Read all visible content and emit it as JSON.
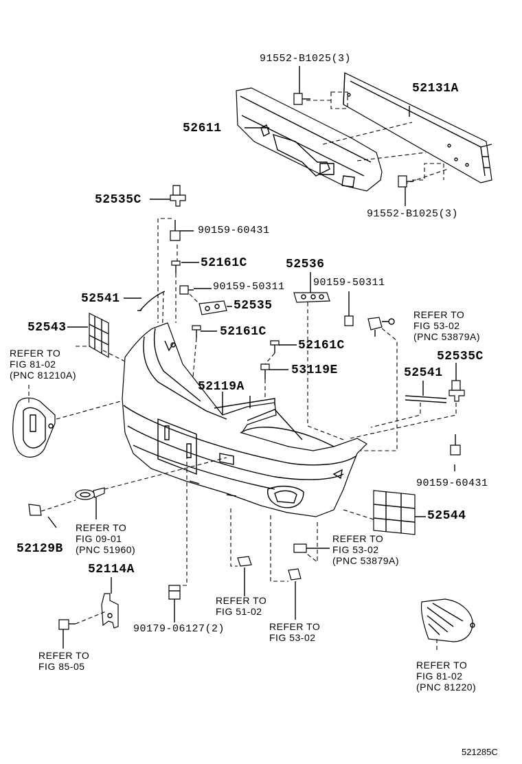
{
  "labels": {
    "p91552_top": "91552-B1025(3)",
    "p52131A": "52131A",
    "p52611": "52611",
    "p91552_bot": "91552-B1025(3)",
    "p52535C_l": "52535C",
    "p90159_60431_l": "90159-60431",
    "p52161C_1": "52161C",
    "p52536": "52536",
    "p90159_50311_l": "90159-50311",
    "p90159_50311_r": "90159-50311",
    "p52541_l": "52541",
    "p52535": "52535",
    "p52543": "52543",
    "p52161C_2": "52161C",
    "p52161C_3": "52161C",
    "p53119E": "53119E",
    "p52535C_r": "52535C",
    "p52541_r": "52541",
    "p52119A": "52119A",
    "p90159_60431_r": "90159-60431",
    "p52544": "52544",
    "p52129B": "52129B",
    "p52114A": "52114A",
    "p90179": "90179-06127(2)"
  },
  "refs": {
    "fig53_02_a": [
      "REFER TO",
      "FIG 53-02",
      "(PNC 53879A)"
    ],
    "fig81_02_a": [
      "REFER TO",
      "FIG 81-02",
      "(PNC 81210A)"
    ],
    "fig09_01": [
      "REFER TO",
      "FIG 09-01",
      "(PNC 51960)"
    ],
    "fig53_02_b": [
      "REFER TO",
      "FIG 53-02",
      "(PNC 53879A)"
    ],
    "fig51_02": [
      "REFER TO",
      "FIG 51-02"
    ],
    "fig53_02_c": [
      "REFER TO",
      "FIG 53-02"
    ],
    "fig85_05": [
      "REFER TO",
      "FIG 85-05"
    ],
    "fig81_02_b": [
      "REFER TO",
      "FIG 81-02",
      "(PNC 81220)"
    ]
  },
  "diagram_code": "521285C",
  "icons": [
    "bolt-icon",
    "clip-icon",
    "retainer-icon",
    "fog-lamp-icon",
    "headlamp-icon",
    "bracket-icon",
    "grille-icon",
    "tow-hook-icon"
  ]
}
